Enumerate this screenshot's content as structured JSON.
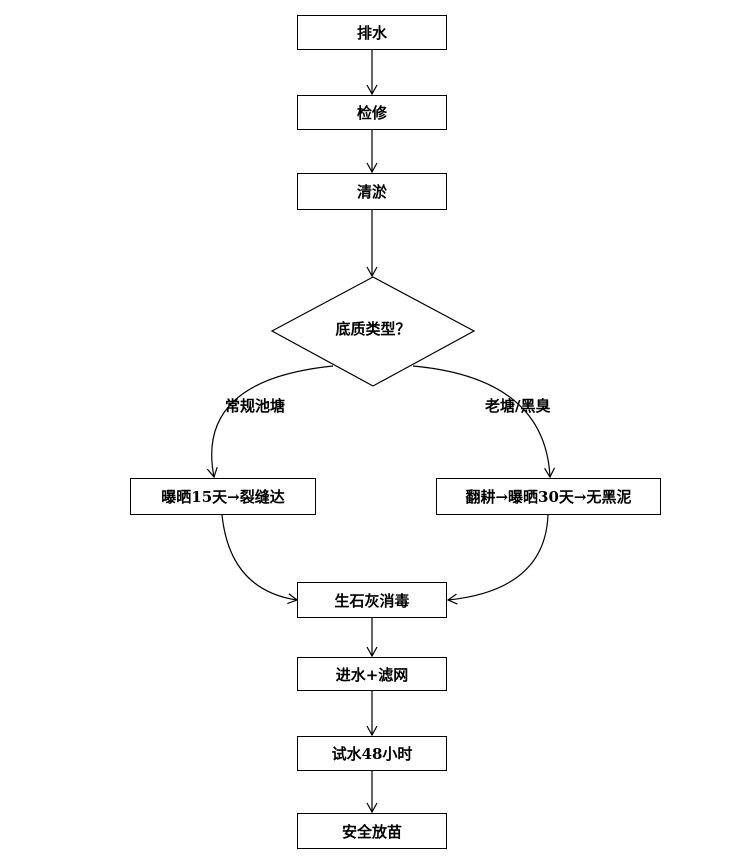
{
  "nodes": {
    "drain": "排水",
    "repair": "检修",
    "desilt": "清淤",
    "decision": "底质类型？",
    "sun_dry_15": "曝晒15天→裂缝达",
    "till_sun_30": "翻耕→曝晒30天→无黑泥",
    "lime_disinfect": "生石灰消毒",
    "water_in_filter": "进水+滤网",
    "trial_water_48h": "试水48小时",
    "safe_stocking": "安全放苗"
  },
  "branches": {
    "left": "常规池塘",
    "right": "老塘/黑臭"
  }
}
